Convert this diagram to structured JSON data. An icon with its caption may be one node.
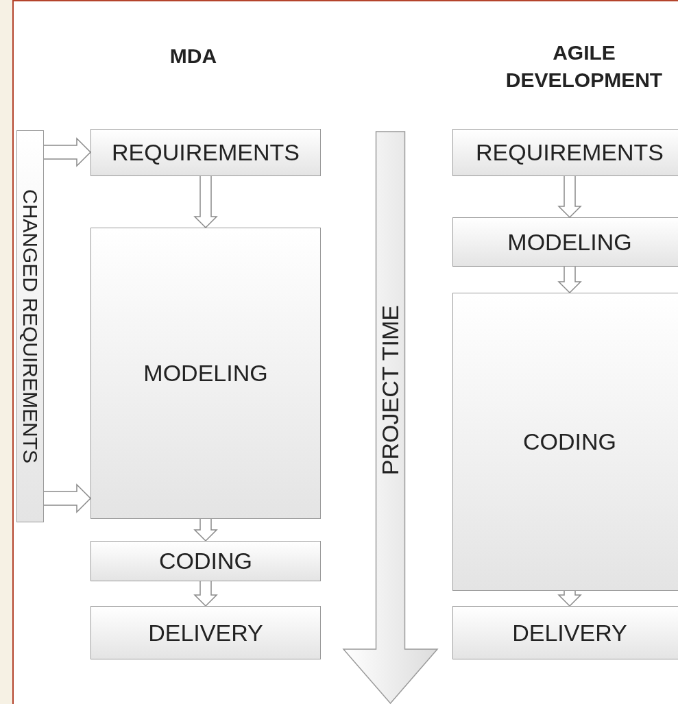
{
  "diagram": {
    "nodes": [
      {
        "text": [
          "CHANGED REQUIREMENTS"
        ]
      },
      {
        "text": [
          "REQUIREMENTS"
        ]
      },
      {
        "text": [
          "MODELING"
        ]
      },
      {
        "text": [
          "CODING"
        ]
      },
      {
        "text": [
          "DELIVERY"
        ]
      },
      {
        "text": [
          "PROJECT TIME"
        ]
      },
      {
        "text": [
          "REQUIREMENTS"
        ]
      },
      {
        "text": [
          "MODELING"
        ]
      },
      {
        "text": [
          "CODING"
        ]
      },
      {
        "text": [
          "DELIVERY"
        ]
      }
    ],
    "edges": [
      {
        "from": 0,
        "to": 1,
        "arrow": "to"
      },
      {
        "from": 0,
        "to": 2,
        "arrow": "to"
      },
      {
        "from": 1,
        "to": 2,
        "arrow": "to"
      },
      {
        "from": 2,
        "to": 3,
        "arrow": "to"
      },
      {
        "from": 3,
        "to": 4,
        "arrow": "to"
      },
      {
        "from": 6,
        "to": 7,
        "arrow": "to"
      },
      {
        "from": 7,
        "to": 8,
        "arrow": "to"
      },
      {
        "from": 8,
        "to": 9,
        "arrow": "to"
      }
    ],
    "labels": [
      "MDA",
      "AGILE DEVELOPMENT"
    ]
  }
}
